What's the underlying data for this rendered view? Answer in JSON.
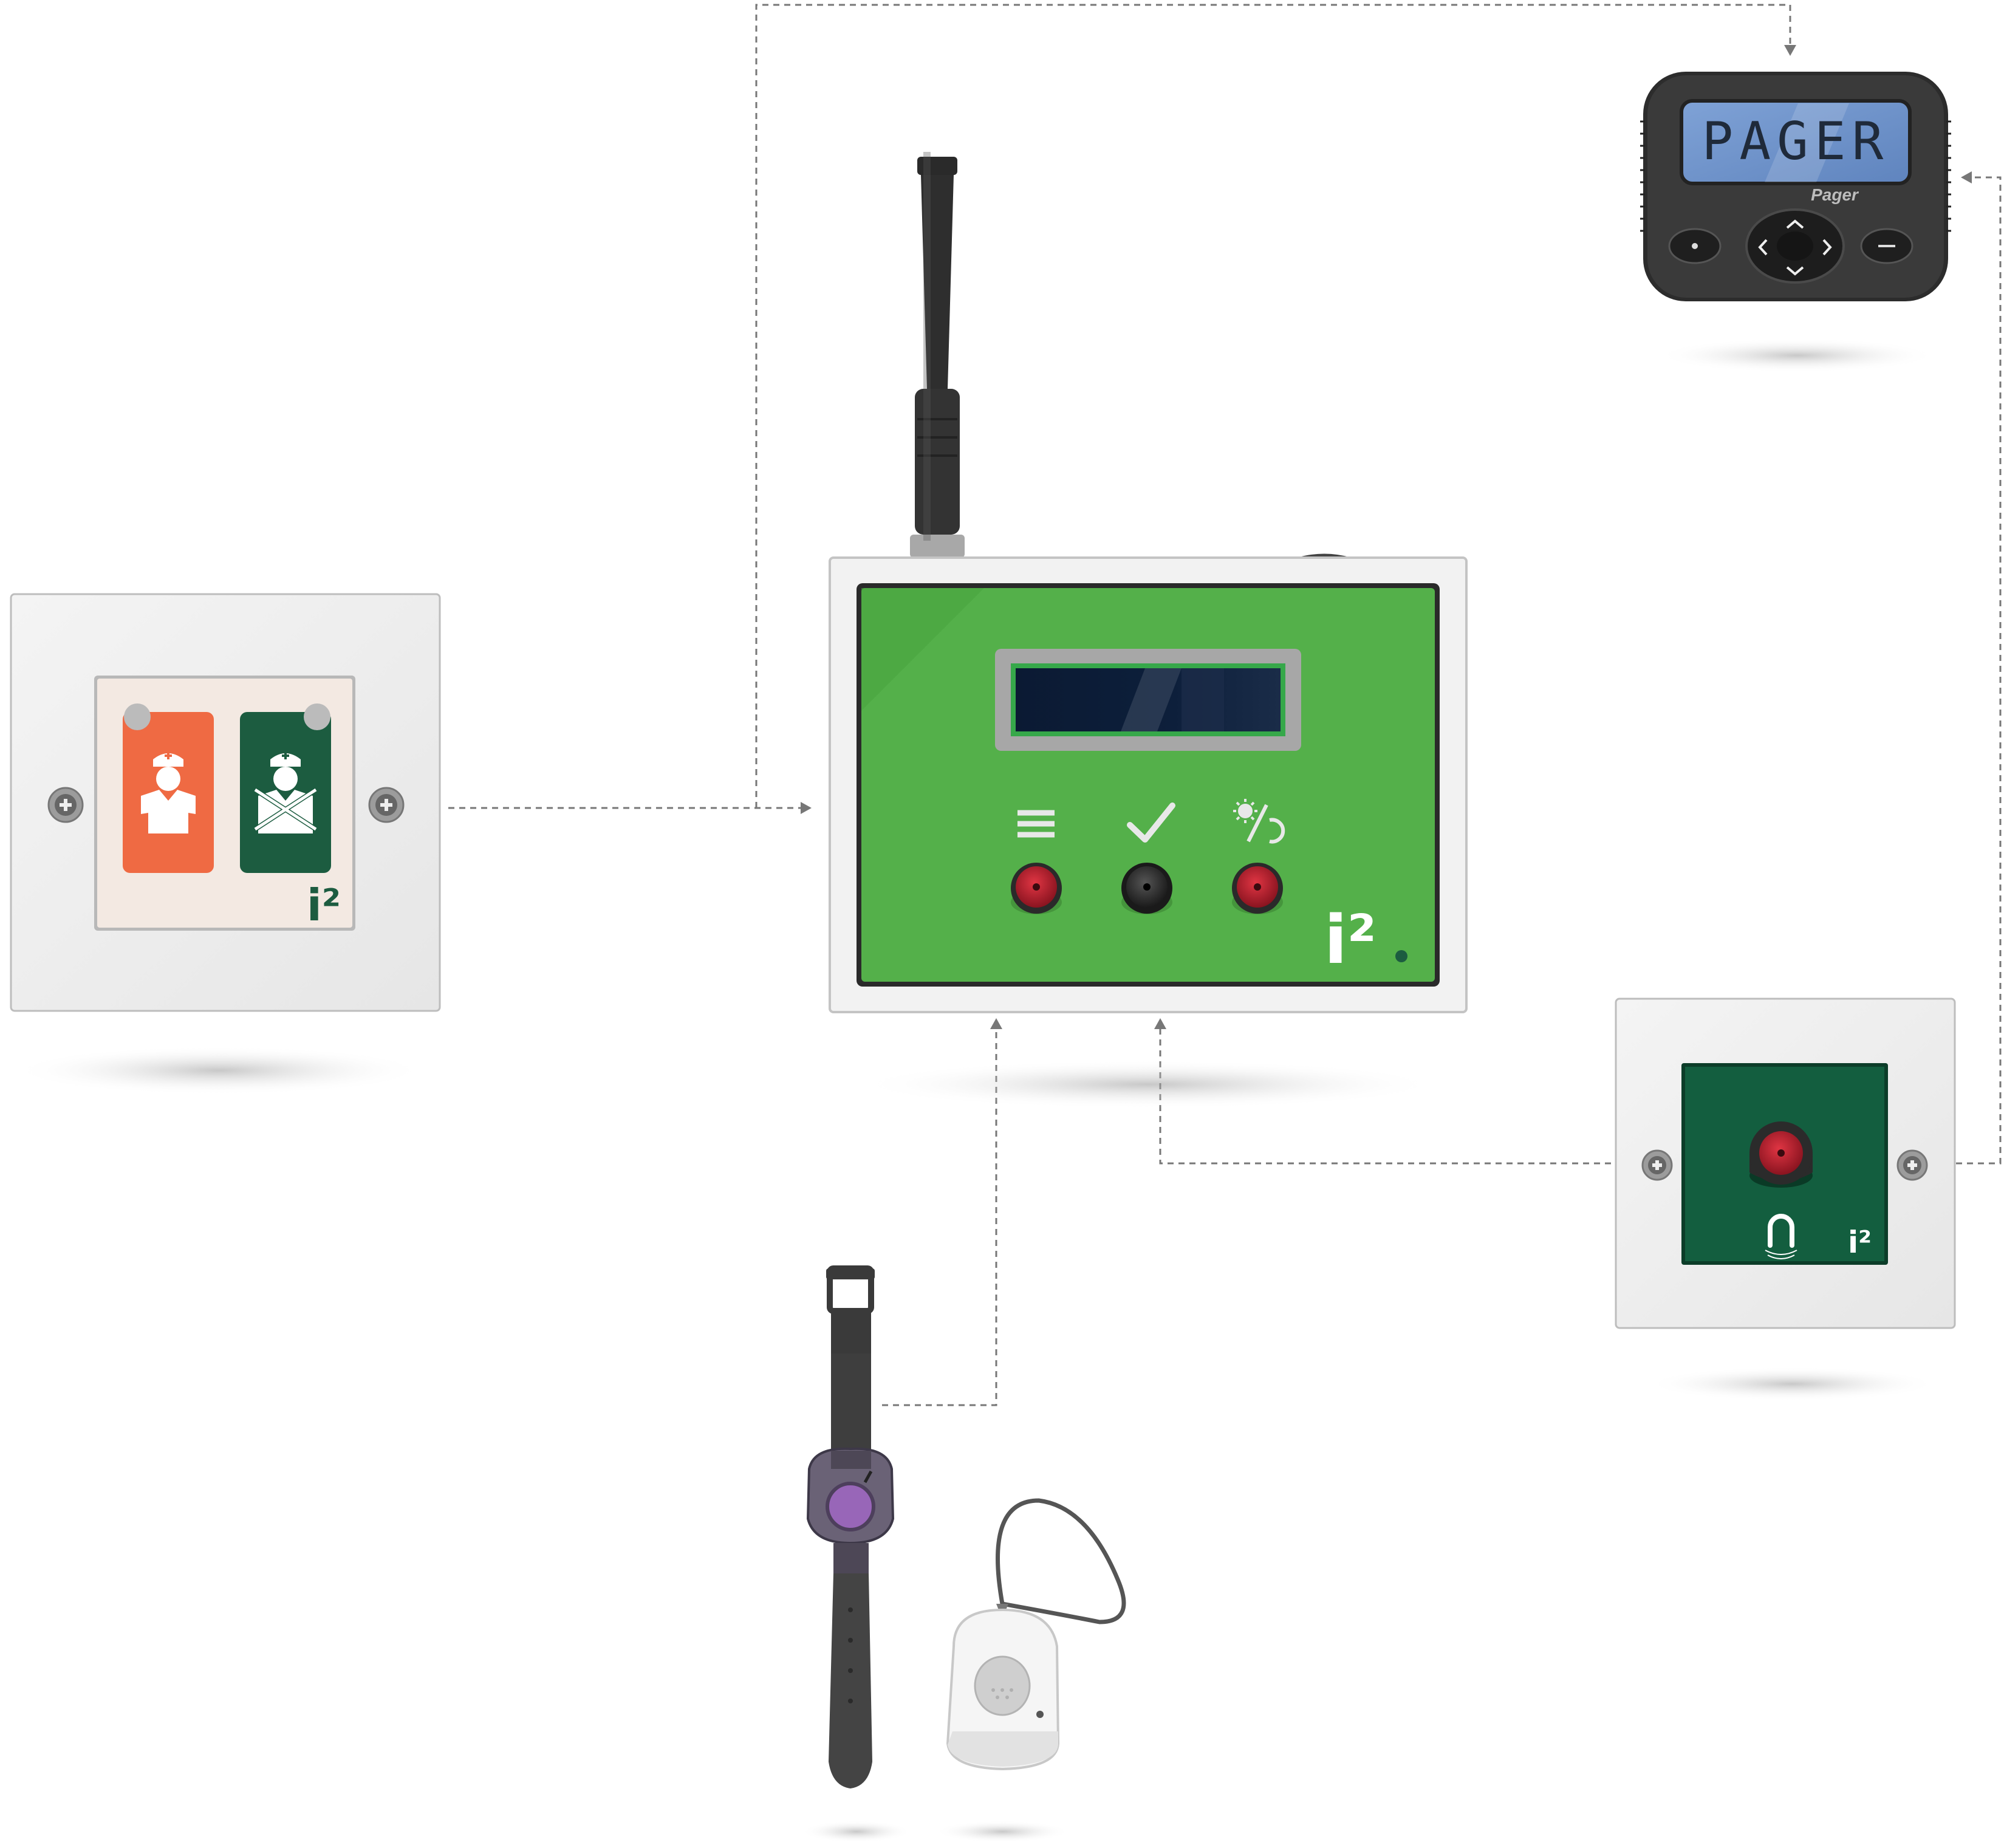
{
  "colors": {
    "controller_green": "#54b04a",
    "wallplate_gray": "#efefef",
    "nurse_orange": "#ef6a43",
    "doctor_green": "#1c5c40",
    "switch_green": "#135e3f",
    "pager_screen": "#6a8fc7",
    "button_red": "#b51f2c",
    "watch_purple": "#7a5fa0"
  },
  "pager": {
    "screen_text": "PAGER",
    "brand_label": "Pager"
  },
  "brand": {
    "logo_text": "i²"
  },
  "icons": {
    "menu": "menu-icon",
    "confirm": "check-icon",
    "day_night": "day-night-icon",
    "magnet": "magnet-icon",
    "nurse": "nurse-icon",
    "doctor": "doctor-icon"
  }
}
